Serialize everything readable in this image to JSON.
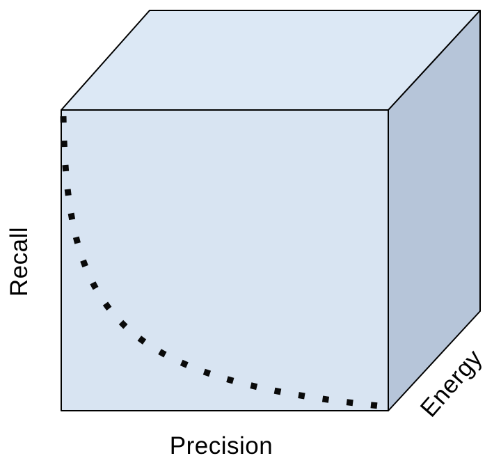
{
  "diagram": {
    "labels": {
      "y_axis": "Recall",
      "x_axis": "Precision",
      "z_axis": "Energy"
    },
    "colors": {
      "background": "#ffffff",
      "front_face": "#d8e4f2",
      "top_face": "#dce8f5",
      "right_face": "#b6c5d9",
      "outline": "#000000",
      "curve": "#0a0a0a"
    }
  }
}
